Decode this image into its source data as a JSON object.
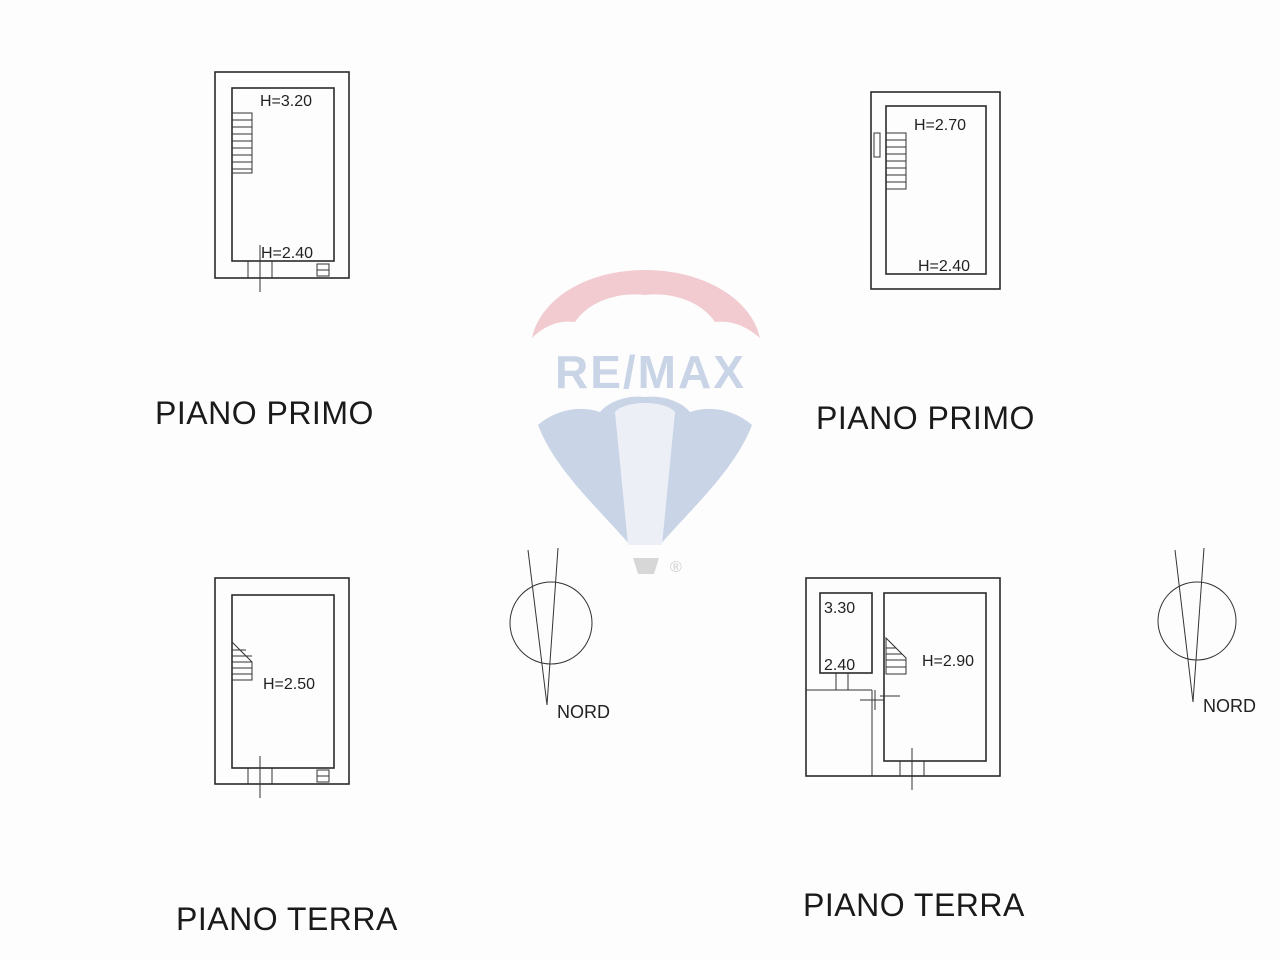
{
  "plans": [
    {
      "title": "PIANO PRIMO",
      "heights": [
        "H=3.20",
        "H=2.40"
      ]
    },
    {
      "title": "PIANO PRIMO",
      "heights": [
        "H=2.70",
        "H=2.40"
      ]
    },
    {
      "title": "PIANO TERRA",
      "heights": [
        "H=2.50"
      ]
    },
    {
      "title": "PIANO TERRA",
      "heights": [
        "3.30",
        "2.40",
        "H=2.90"
      ]
    }
  ],
  "compass": [
    {
      "label": "NORD"
    },
    {
      "label": "NORD"
    }
  ],
  "watermark": {
    "text": "RE/MAX",
    "registered": "®",
    "colors": {
      "red": "#e8a3ad",
      "blue": "#9fb3d6",
      "light": "#dfe6f1"
    }
  }
}
